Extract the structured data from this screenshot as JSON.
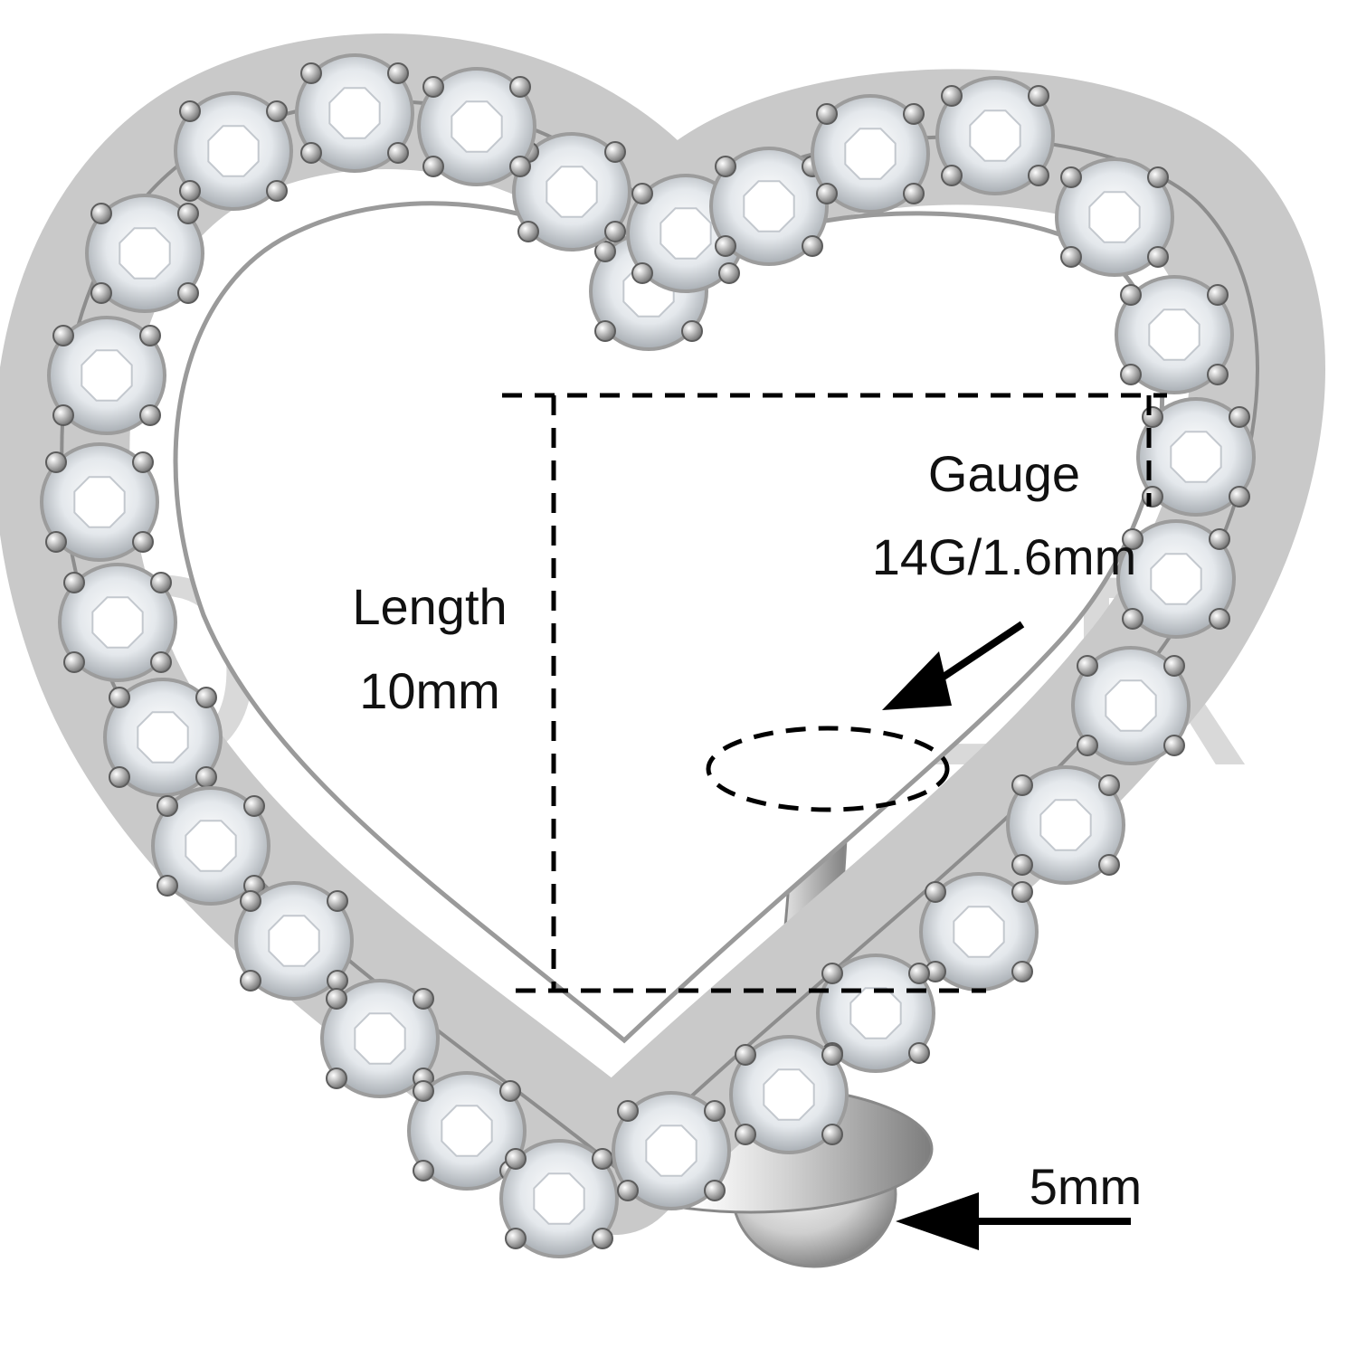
{
  "watermark": {
    "text": "QUFER"
  },
  "dimensions": {
    "length_label": "Length",
    "length_value": "10mm",
    "gauge_label": "Gauge",
    "gauge_value": "14G/1.6mm",
    "ball_value": "5mm"
  },
  "colors": {
    "metal_light": "#f4f4f4",
    "metal_mid": "#c9c9c9",
    "metal_dark": "#8a8a8a",
    "crystal": "#e9eef3",
    "annotation": "#000000",
    "watermark": "#d9d9d9"
  }
}
